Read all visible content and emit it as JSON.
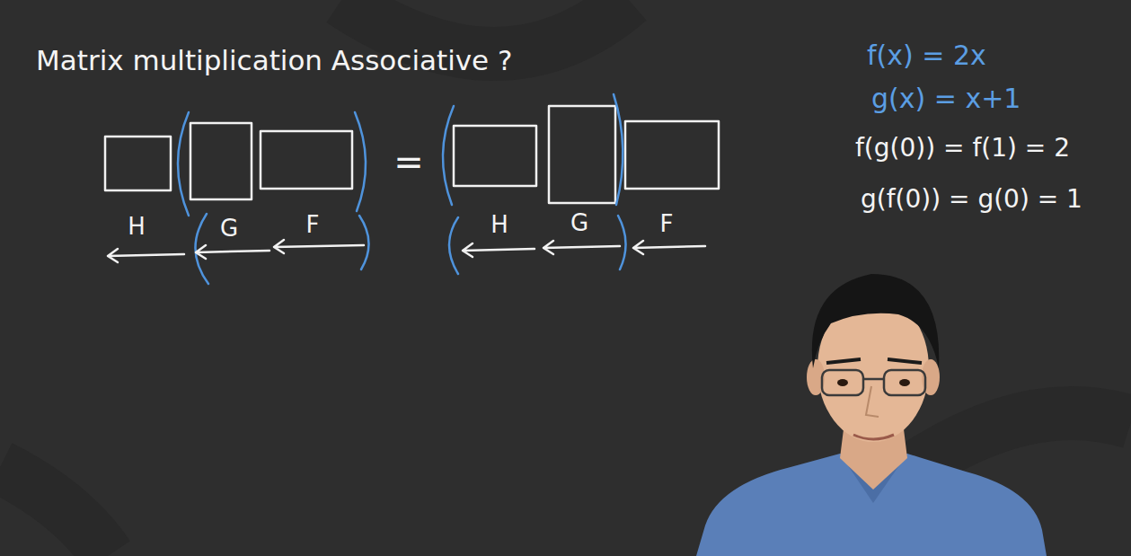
{
  "diagram": {
    "title": "Matrix multiplication Associative ?",
    "labels": [
      "H",
      "G",
      "F",
      "=",
      "H",
      "G",
      "F",
      "f(x) = 2x",
      "g(x) = x+1",
      "f(g(0)) = f(1) = 2",
      "g(f(0)) = g(0) = 1"
    ]
  }
}
